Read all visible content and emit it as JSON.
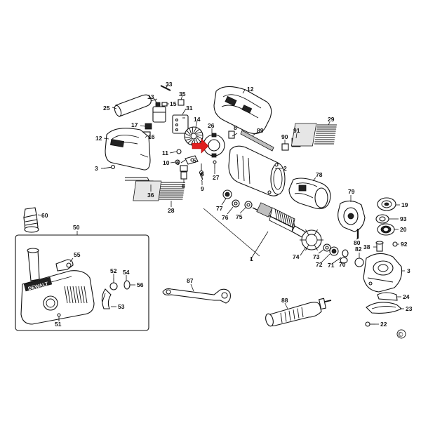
{
  "diagram": {
    "copyright_mark": "©",
    "callouts": [
      "1",
      "2",
      "3",
      "5",
      "6",
      "7",
      "8",
      "9",
      "10",
      "11",
      "12",
      "13",
      "14",
      "15",
      "16",
      "17",
      "19",
      "20",
      "22",
      "23",
      "24",
      "25",
      "26",
      "27",
      "28",
      "29",
      "31",
      "33",
      "35",
      "36",
      "38",
      "50",
      "51",
      "52",
      "53",
      "54",
      "55",
      "56",
      "60",
      "70",
      "71",
      "72",
      "73",
      "74",
      "75",
      "76",
      "77",
      "78",
      "79",
      "80",
      "82",
      "87",
      "88",
      "89",
      "90",
      "91",
      "92",
      "93"
    ],
    "accent_color": "#e02020",
    "brand_text": "DEWALT"
  }
}
